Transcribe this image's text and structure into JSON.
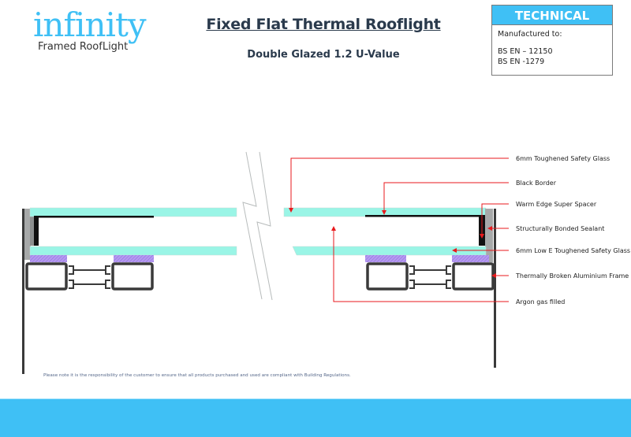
{
  "header": {
    "logo": {
      "word": "infinity",
      "tagline": "Framed RoofLight",
      "color": "#3fc0f5"
    },
    "title": "Fixed Flat Thermal Rooflight",
    "subtitle": "Double Glazed 1.2 U-Value"
  },
  "technical_box": {
    "heading": "TECHNICAL",
    "manufactured_label": "Manufactured to:",
    "standards": [
      "BS EN – 12150",
      "BS EN -1279"
    ],
    "heading_bg": "#3fc0f5"
  },
  "diagram": {
    "colors": {
      "glass": "#9af5e6",
      "frame": "#3a3a3a",
      "sealant": "#a7a9a9",
      "spacer": "#111111",
      "gasket": "#a98ce8",
      "leader": "#e8191c",
      "break_line": "#b8bcbc"
    },
    "callouts": [
      {
        "label": "6mm Toughened Safety Glass"
      },
      {
        "label": "Black Border"
      },
      {
        "label": "Warm Edge Super Spacer"
      },
      {
        "label": "Structurally Bonded Sealant"
      },
      {
        "label": "6mm Low E Toughened Safety Glass"
      },
      {
        "label": "Thermally Broken Aluminium Frame"
      },
      {
        "label": "Argon gas filled"
      }
    ]
  },
  "disclaimer": "Please note it is the responsibility of the customer to ensure that all products purchased and used are compliant with Building Regulations.",
  "footer": {
    "color": "#3fc0f5"
  }
}
